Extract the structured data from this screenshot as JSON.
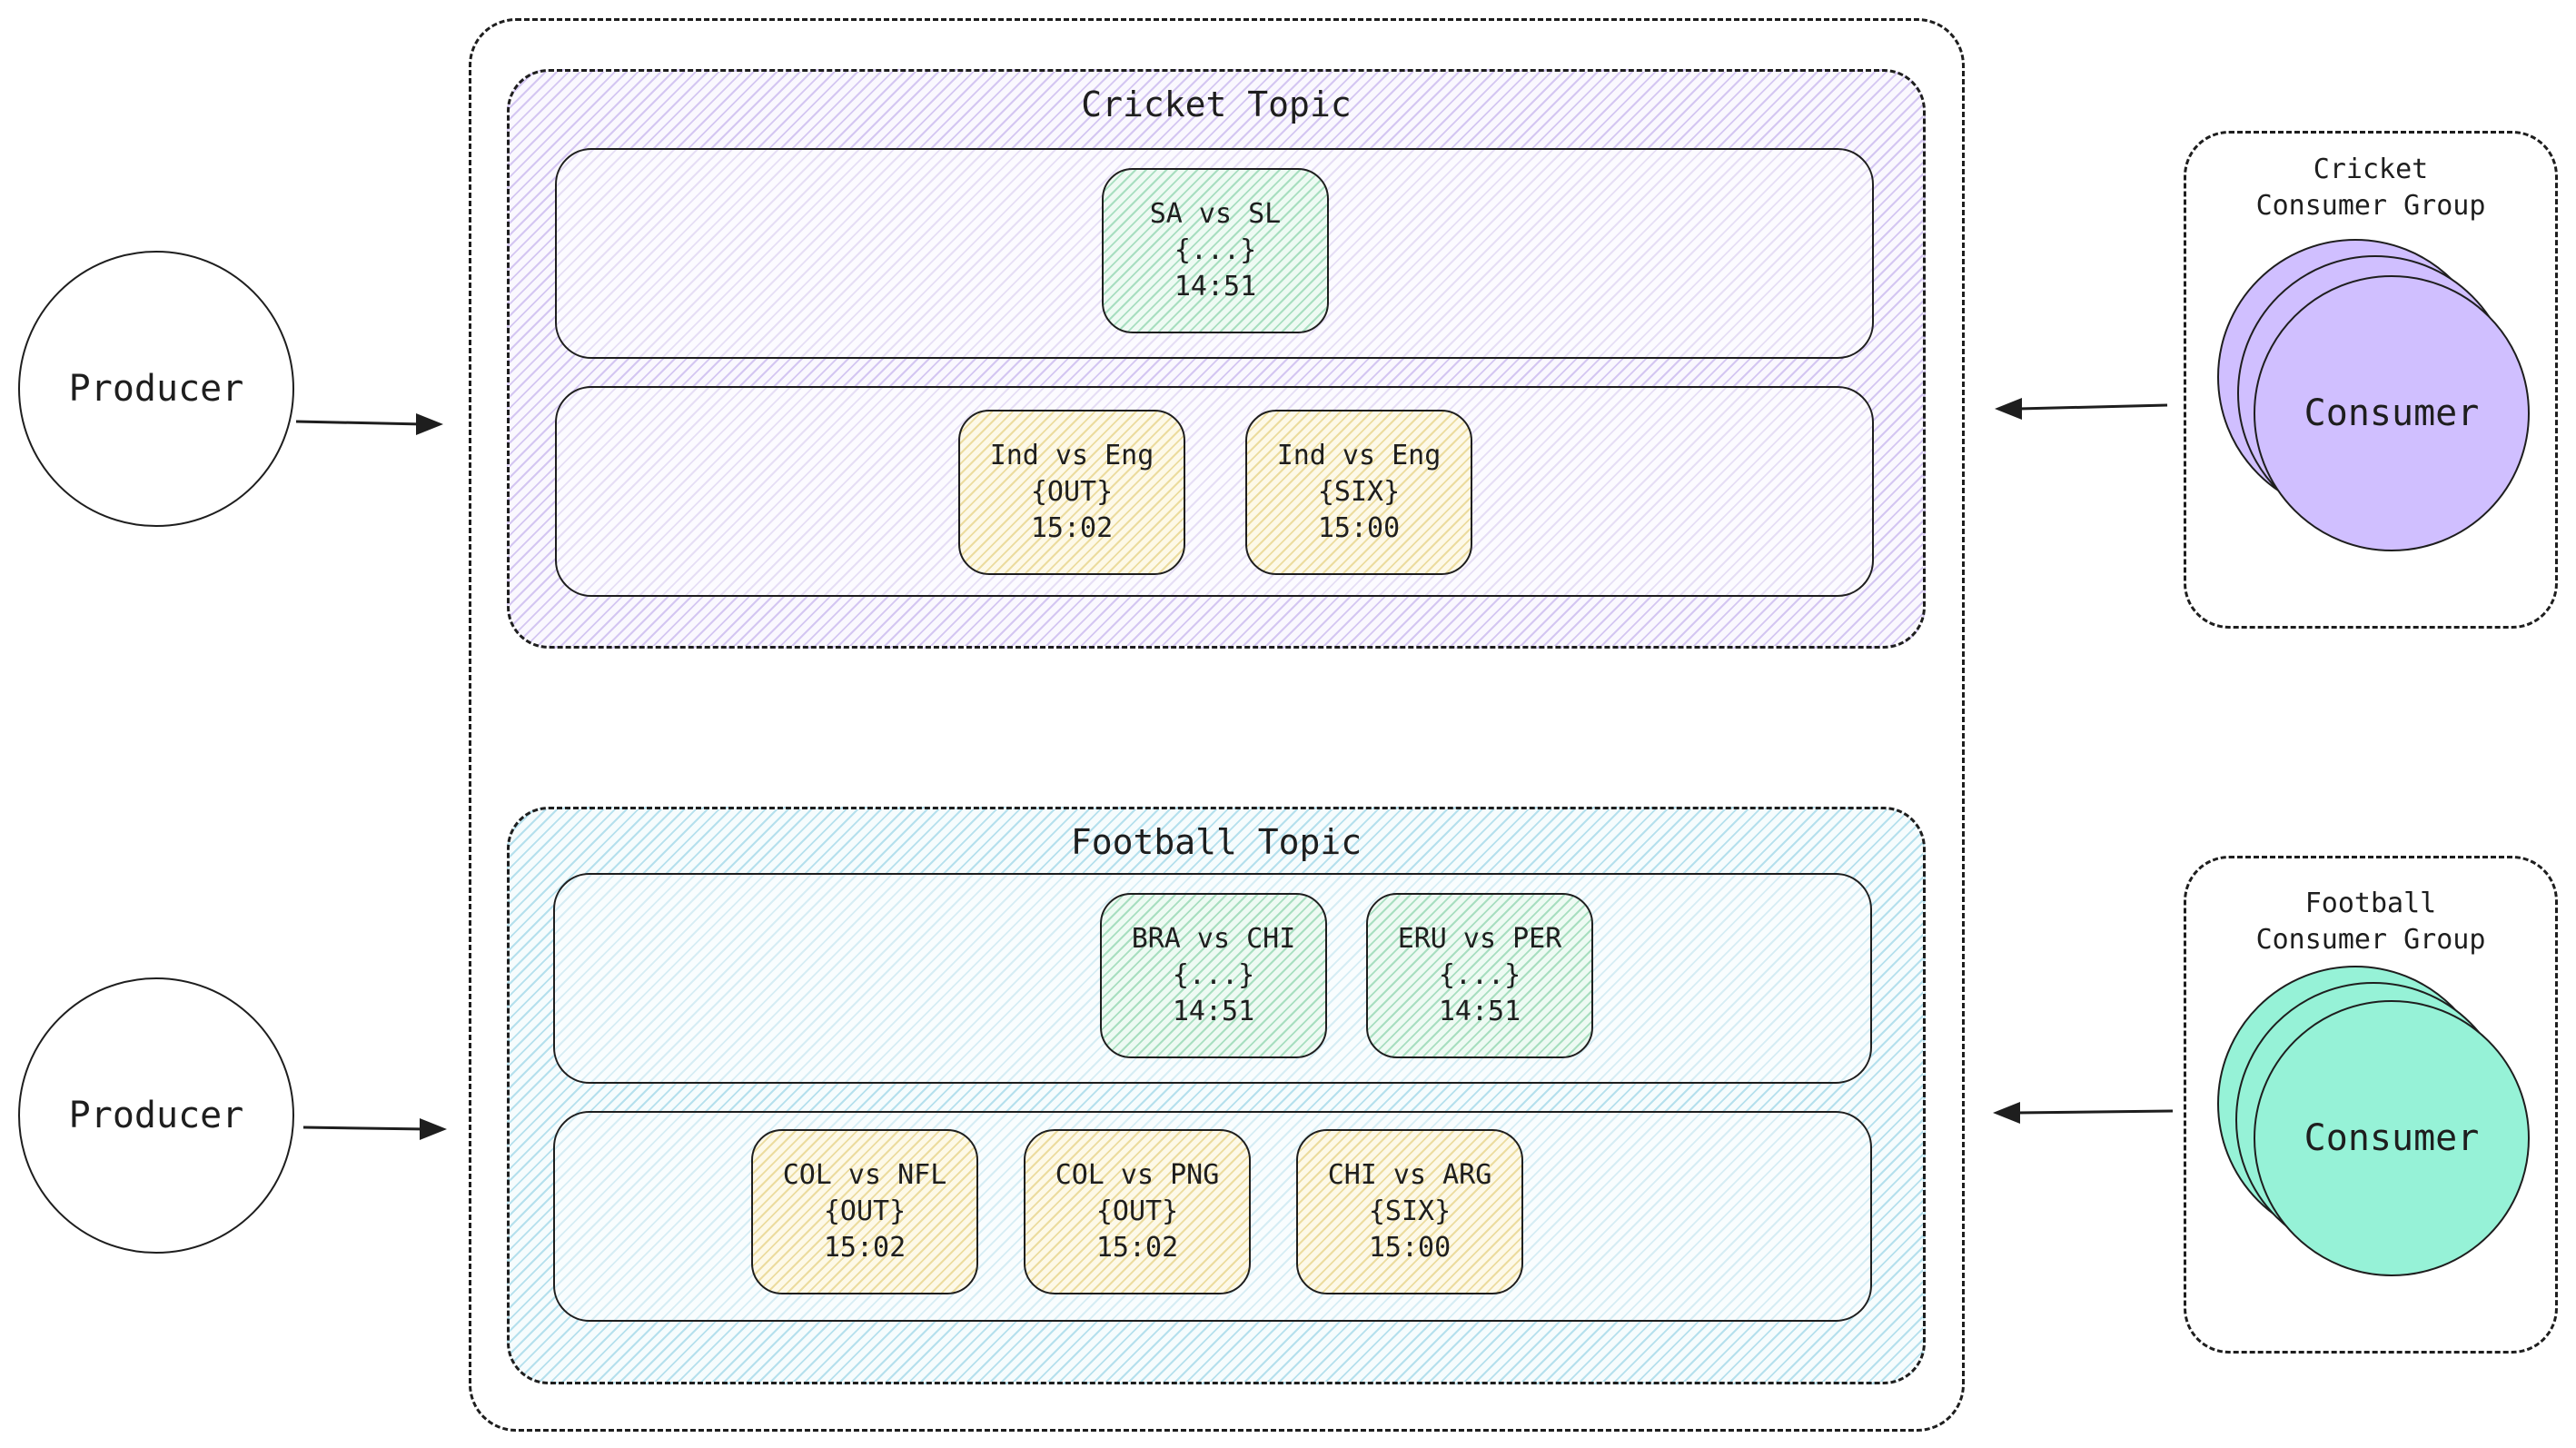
{
  "producers": [
    {
      "label": "Producer"
    },
    {
      "label": "Producer"
    }
  ],
  "topics": {
    "cricket": {
      "title": "Cricket Topic",
      "partitions": [
        {
          "messages": [
            {
              "match": "SA vs SL",
              "payload": "{...}",
              "time": "14:51",
              "color": "green"
            }
          ]
        },
        {
          "messages": [
            {
              "match": "Ind vs Eng",
              "payload": "{OUT}",
              "time": "15:02",
              "color": "yellow"
            },
            {
              "match": "Ind vs Eng",
              "payload": "{SIX}",
              "time": "15:00",
              "color": "yellow"
            }
          ]
        }
      ]
    },
    "football": {
      "title": "Football Topic",
      "partitions": [
        {
          "messages": [
            {
              "match": "BRA vs CHI",
              "payload": "{...}",
              "time": "14:51",
              "color": "green"
            },
            {
              "match": "ERU vs PER",
              "payload": "{...}",
              "time": "14:51",
              "color": "green"
            }
          ]
        },
        {
          "messages": [
            {
              "match": "COL vs NFL",
              "payload": "{OUT}",
              "time": "15:02",
              "color": "yellow"
            },
            {
              "match": "COL vs PNG",
              "payload": "{OUT}",
              "time": "15:02",
              "color": "yellow"
            },
            {
              "match": "CHI vs ARG",
              "payload": "{SIX}",
              "time": "15:00",
              "color": "yellow"
            }
          ]
        }
      ]
    }
  },
  "consumer_groups": {
    "cricket": {
      "title_line1": "Cricket",
      "title_line2": "Consumer Group",
      "consumer_label": "Consumer",
      "color": "#d0bfff"
    },
    "football": {
      "title_line1": "Football",
      "title_line2": "Consumer Group",
      "consumer_label": "Consumer",
      "color": "#96f2d7"
    }
  },
  "colors": {
    "stroke": "#1e1e1e",
    "cricket_topic_tint": "#a082e1",
    "football_topic_tint": "#5ab9d7",
    "message_green": "#6ec896",
    "message_yellow": "#e1c86e"
  }
}
